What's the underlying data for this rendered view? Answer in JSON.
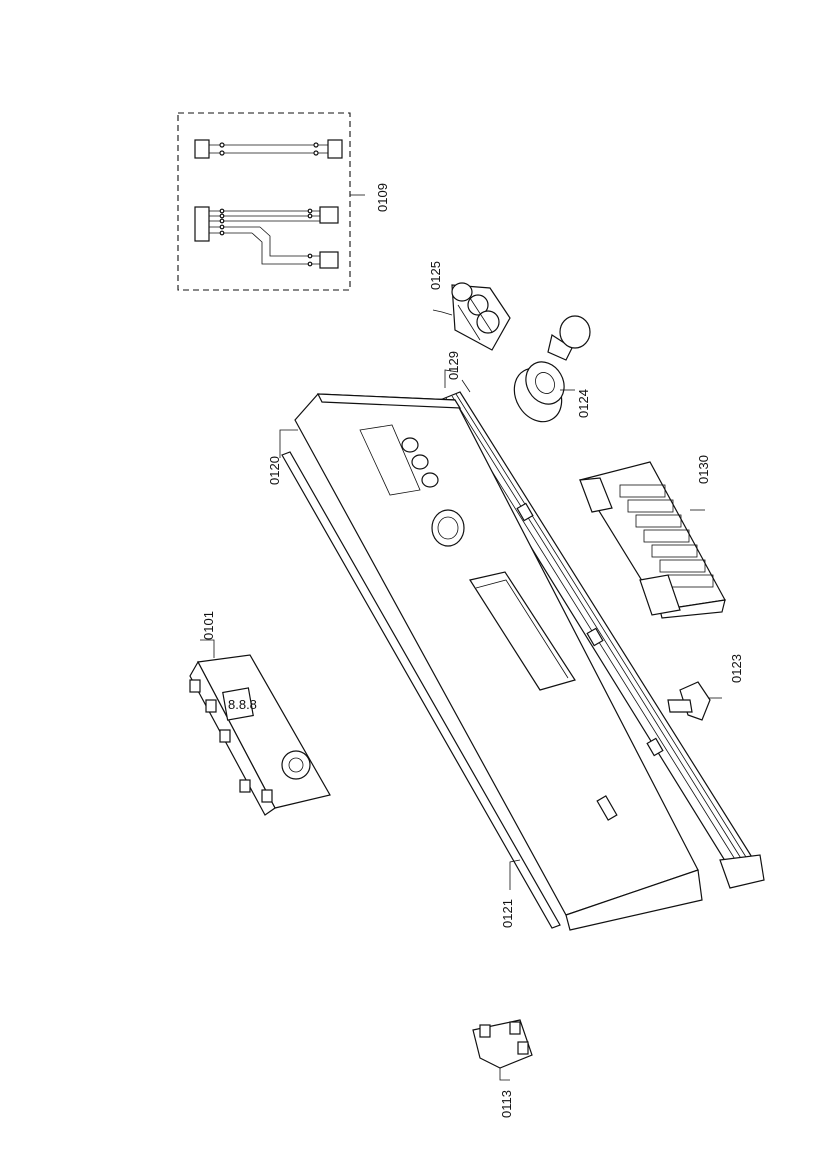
{
  "parts": {
    "p0101": "0101",
    "p0109": "0109",
    "p0113": "0113",
    "p0120": "0120",
    "p0121": "0121",
    "p0123": "0123",
    "p0124": "0124",
    "p0125": "0125",
    "p0129": "0129",
    "p0130": "0130"
  },
  "display_readout": "8.8.8"
}
